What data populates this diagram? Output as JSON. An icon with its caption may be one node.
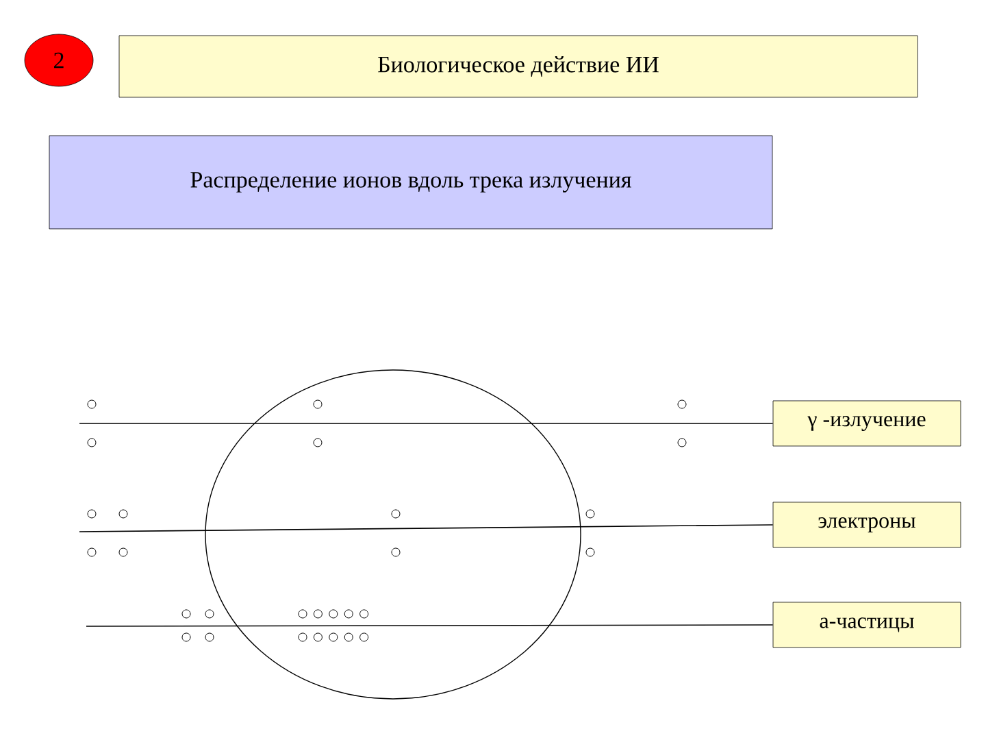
{
  "diagram": {
    "nodes": [
      {
        "text": [
          "2"
        ]
      },
      {
        "text": [
          "Биологическое действие ИИ"
        ]
      },
      {
        "text": [
          "Распределение ионов вдоль трека излучения"
        ]
      },
      {
        "text": [
          "γ -излучение"
        ]
      },
      {
        "text": [
          "электроны"
        ]
      },
      {
        "text": [
          "а-частицы"
        ]
      }
    ],
    "edges": [
      {
        "from": null,
        "to": 3,
        "arrow": "none"
      },
      {
        "from": null,
        "to": 4,
        "arrow": "none"
      },
      {
        "from": null,
        "to": 5,
        "arrow": "none"
      }
    ]
  }
}
